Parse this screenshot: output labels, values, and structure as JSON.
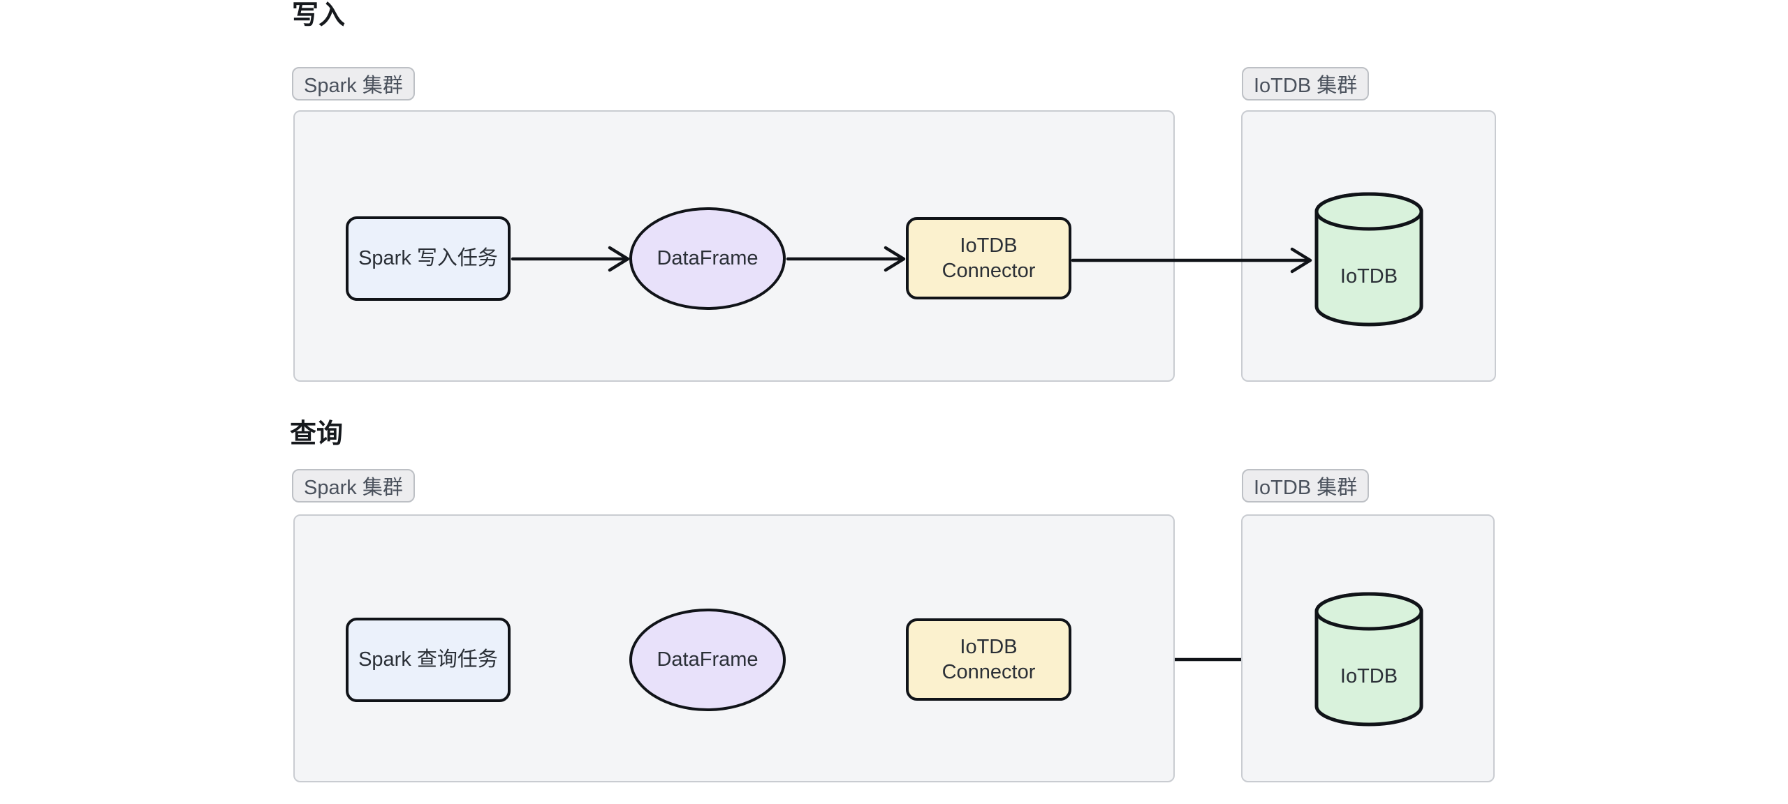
{
  "colors": {
    "page_bg": "#ffffff",
    "panel_bg": "#f4f5f7",
    "panel_border": "#c9ccd1",
    "badge_bg": "#ededef",
    "badge_border": "#bdc0c5",
    "badge_text": "#4a515c",
    "title_text": "#16191d",
    "node_border": "#101318",
    "node_text": "#2a2f36",
    "task_bg": "#ebf1fb",
    "dataframe_bg": "#e8e1fa",
    "connector_bg": "#fbf1ce",
    "database_bg": "#d9f2dc",
    "arrow": "#101318"
  },
  "sections": [
    {
      "title": "写入",
      "spark_cluster_label": "Spark 集群",
      "iotdb_cluster_label": "IoTDB 集群",
      "task_label": "Spark 写入任务",
      "dataframe_label": "DataFrame",
      "connector_label_line1": "IoTDB",
      "connector_label_line2": "Connector",
      "database_label": "IoTDB",
      "direction": "spark-to-iotdb"
    },
    {
      "title": "查询",
      "spark_cluster_label": "Spark 集群",
      "iotdb_cluster_label": "IoTDB 集群",
      "task_label": "Spark 查询任务",
      "dataframe_label": "DataFrame",
      "connector_label_line1": "IoTDB",
      "connector_label_line2": "Connector",
      "database_label": "IoTDB",
      "direction": "iotdb-to-spark"
    }
  ]
}
